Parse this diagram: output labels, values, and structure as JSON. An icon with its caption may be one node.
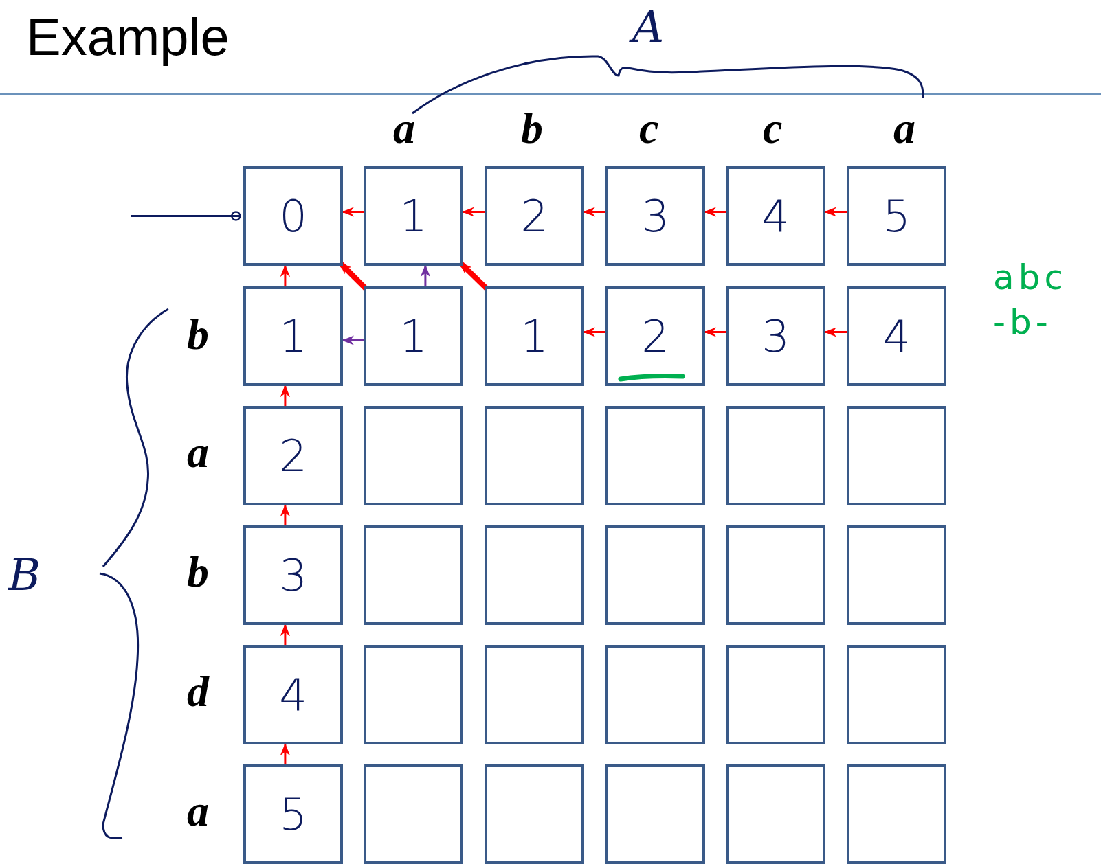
{
  "diagram": {
    "title": "Example",
    "nodes": [
      {
        "text": [
          "0"
        ]
      },
      {
        "text": [
          "1"
        ]
      },
      {
        "text": [
          "2"
        ]
      },
      {
        "text": [
          "3"
        ]
      },
      {
        "text": [
          "4"
        ]
      },
      {
        "text": [
          "5"
        ]
      },
      {
        "text": [
          "1"
        ]
      },
      {
        "text": [
          "1"
        ]
      },
      {
        "text": [
          "1"
        ]
      },
      {
        "text": [
          "2"
        ]
      },
      {
        "text": [
          "3"
        ]
      },
      {
        "text": [
          "4"
        ]
      },
      {
        "text": [
          "2"
        ]
      },
      {
        "text": [],
        "shape": "box"
      },
      {
        "text": [],
        "shape": "box"
      },
      {
        "text": [],
        "shape": "box"
      },
      {
        "text": [],
        "shape": "box"
      },
      {
        "text": [],
        "shape": "box"
      },
      {
        "text": [
          "3"
        ]
      },
      {
        "text": [],
        "shape": "box"
      },
      {
        "text": [],
        "shape": "box"
      },
      {
        "text": [],
        "shape": "box"
      },
      {
        "text": [],
        "shape": "box"
      },
      {
        "text": [],
        "shape": "box"
      },
      {
        "text": [
          "4"
        ]
      },
      {
        "text": [],
        "shape": "box"
      },
      {
        "text": [],
        "shape": "box"
      },
      {
        "text": [],
        "shape": "box"
      },
      {
        "text": [],
        "shape": "box"
      },
      {
        "text": [],
        "shape": "box"
      },
      {
        "text": [
          "5"
        ]
      },
      {
        "text": [],
        "shape": "box"
      },
      {
        "text": [],
        "shape": "box"
      },
      {
        "text": [],
        "shape": "box"
      },
      {
        "text": [],
        "shape": "box"
      },
      {
        "text": [],
        "shape": "box"
      }
    ],
    "edges": [
      {
        "from": null,
        "to": 0,
        "arrow": "other",
        "color": "#0d1b5e"
      },
      {
        "from": 1,
        "to": 0,
        "arrow": "to"
      },
      {
        "from": 2,
        "to": 1,
        "arrow": "to"
      },
      {
        "from": 3,
        "to": 2,
        "arrow": "to"
      },
      {
        "from": 4,
        "to": 3,
        "arrow": "to"
      },
      {
        "from": 5,
        "to": 4,
        "arrow": "to"
      },
      {
        "from": 6,
        "to": 0,
        "arrow": "to"
      },
      {
        "from": 12,
        "to": 6,
        "arrow": "to"
      },
      {
        "from": 18,
        "to": 12,
        "arrow": "to"
      },
      {
        "from": 24,
        "to": 18,
        "arrow": "to"
      },
      {
        "from": 30,
        "to": 24,
        "arrow": "to"
      },
      {
        "from": 7,
        "to": 0,
        "arrow": "to",
        "style": "thick"
      },
      {
        "from": 8,
        "to": 1,
        "arrow": "to",
        "style": "thick"
      },
      {
        "from": 7,
        "to": 6,
        "arrow": "to",
        "color": "#7030a0"
      },
      {
        "from": 7,
        "to": 1,
        "arrow": "to",
        "color": "#7030a0"
      },
      {
        "from": 9,
        "to": 8,
        "arrow": "to"
      },
      {
        "from": 10,
        "to": 9,
        "arrow": "to"
      },
      {
        "from": 11,
        "to": 10,
        "arrow": "to"
      }
    ],
    "labels": [
      "A",
      "a",
      "b",
      "c",
      "c",
      "a",
      "abc",
      "-b-",
      "b",
      "a",
      "b",
      "d",
      "a",
      "B"
    ]
  }
}
